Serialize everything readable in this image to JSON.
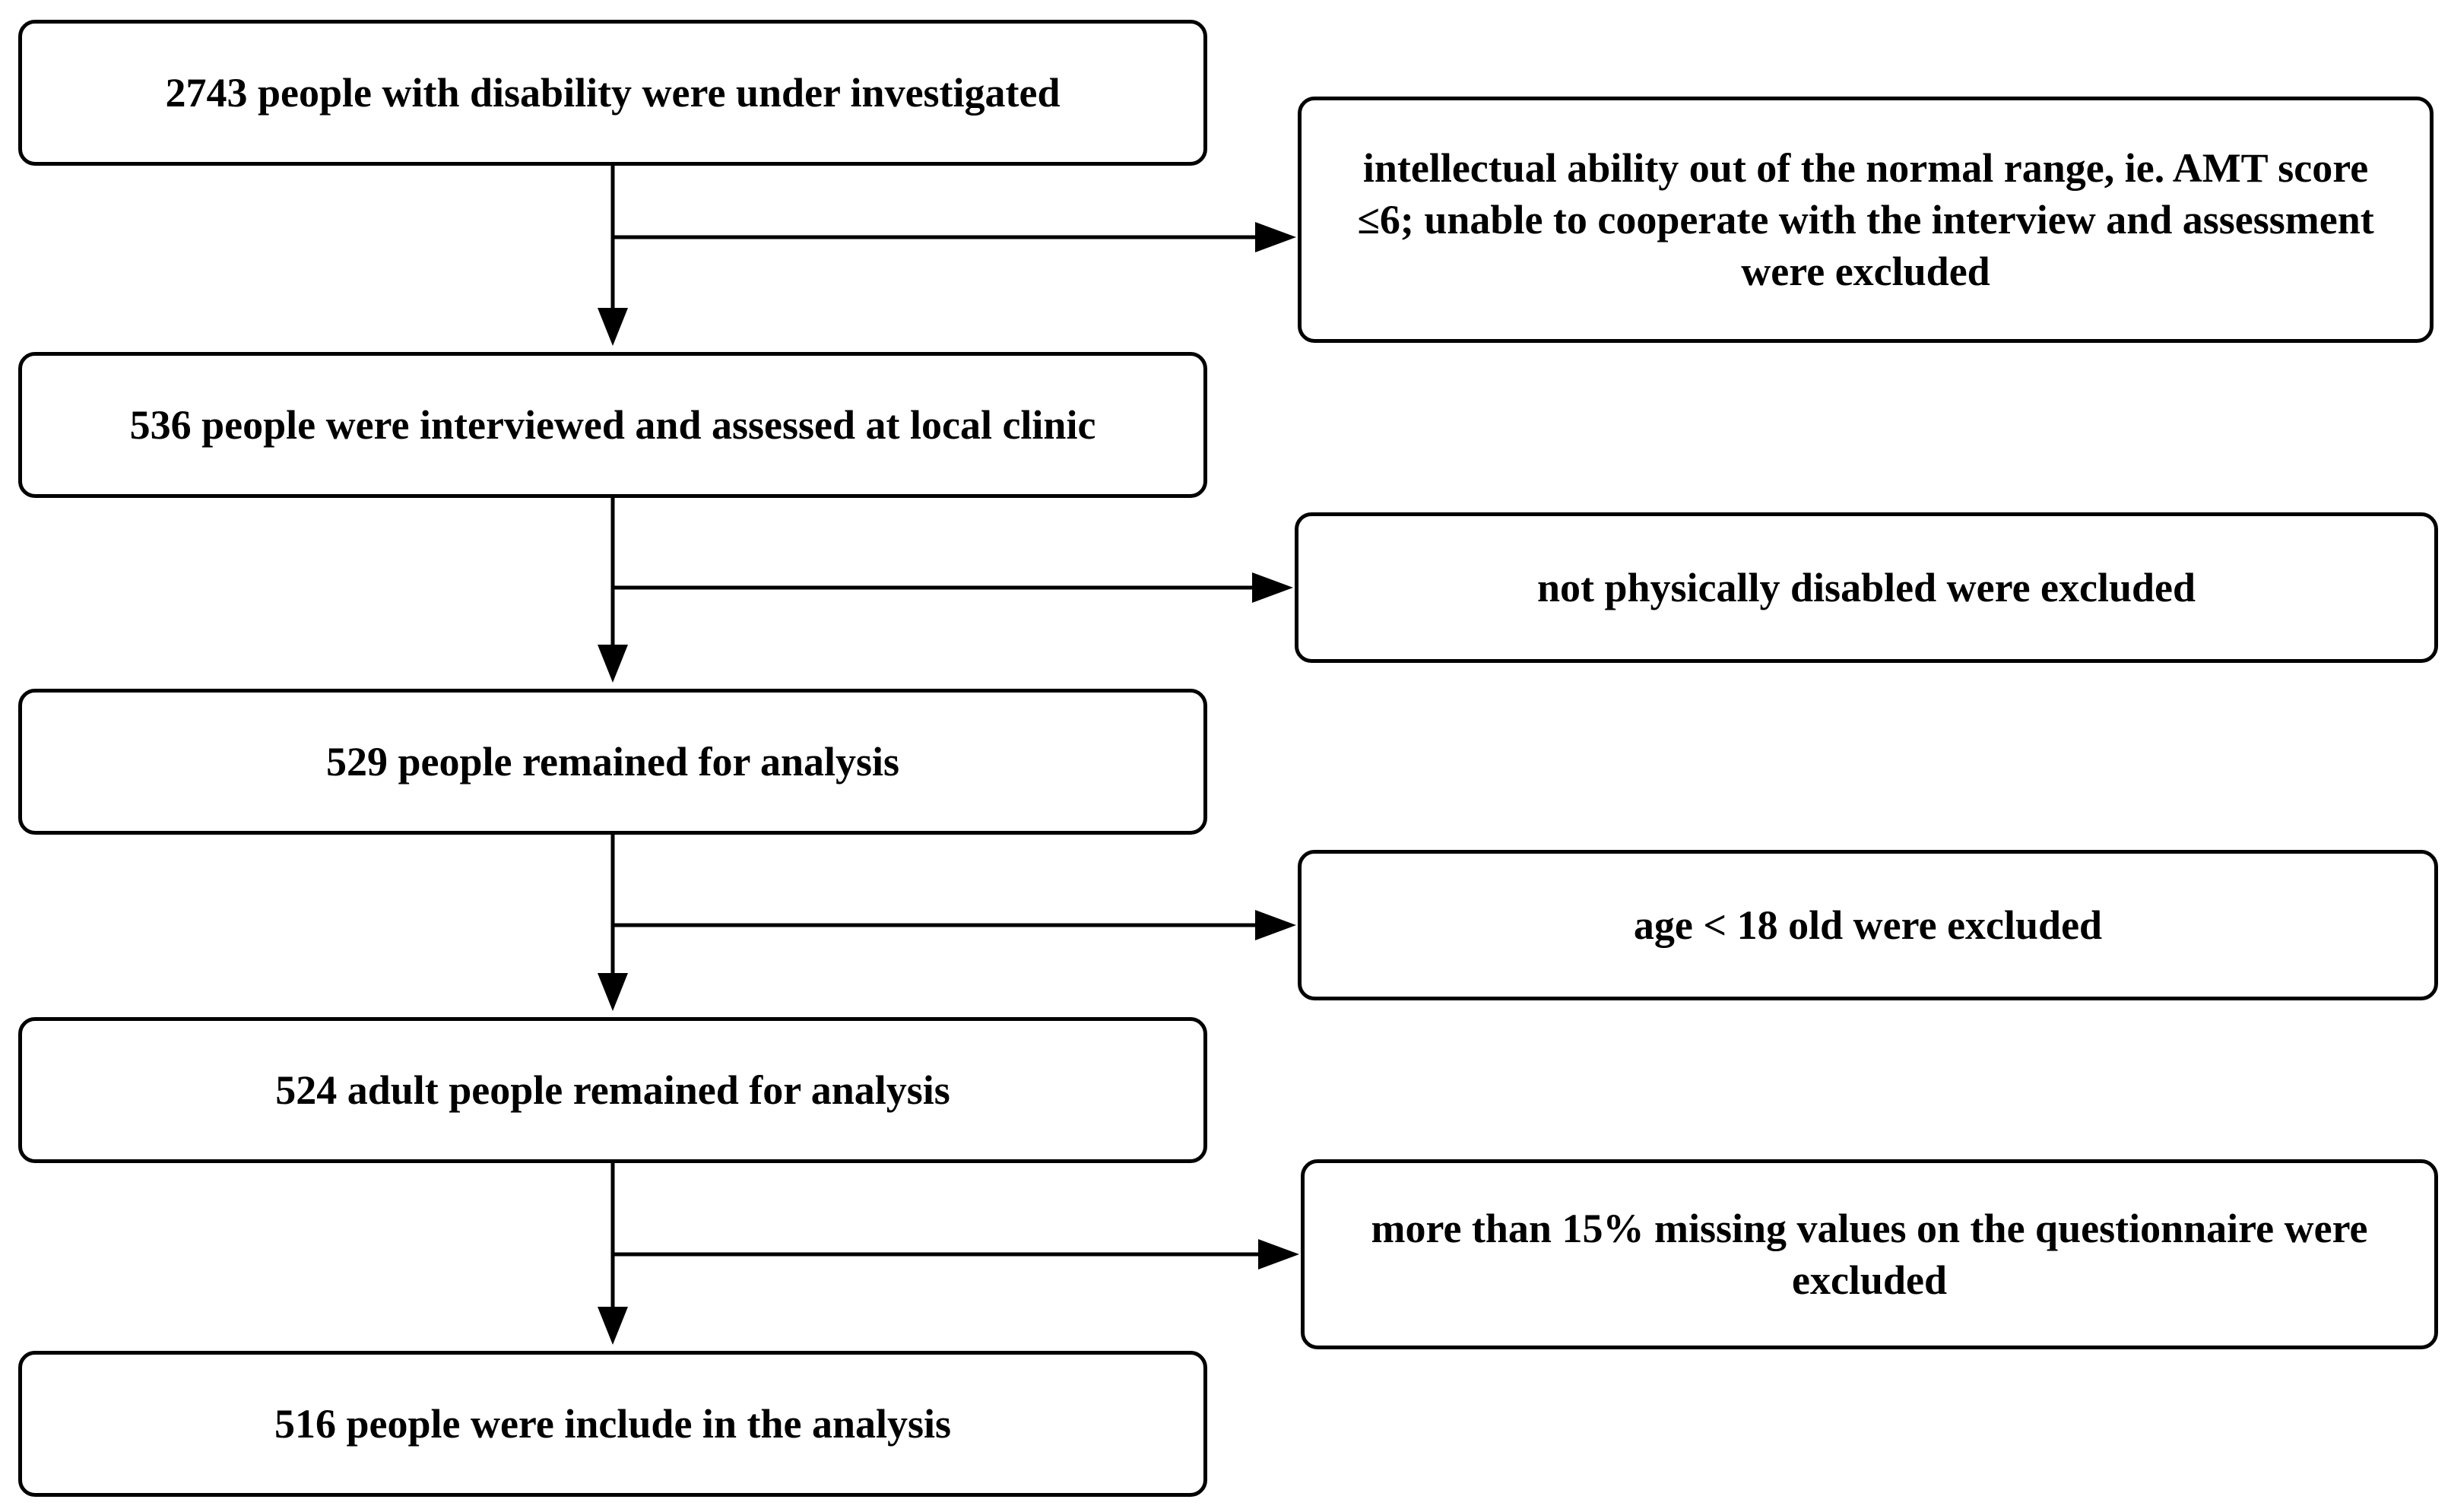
{
  "flow": {
    "steps": [
      {
        "text": "2743 people with disability were under investigated"
      },
      {
        "text": "536 people were interviewed and assessed at local clinic"
      },
      {
        "text": "529 people remained for analysis"
      },
      {
        "text": "524 adult people remained for analysis"
      },
      {
        "text": "516 people were include in the analysis"
      }
    ],
    "exclusions": [
      {
        "text": "intellectual ability out of the normal range, ie. AMT score ≤6; unable to cooperate with the interview and assessment were excluded"
      },
      {
        "text": "not physically disabled were excluded"
      },
      {
        "text": "age < 18 old were excluded"
      },
      {
        "text": "more than 15% missing values on the questionnaire were excluded"
      }
    ]
  }
}
